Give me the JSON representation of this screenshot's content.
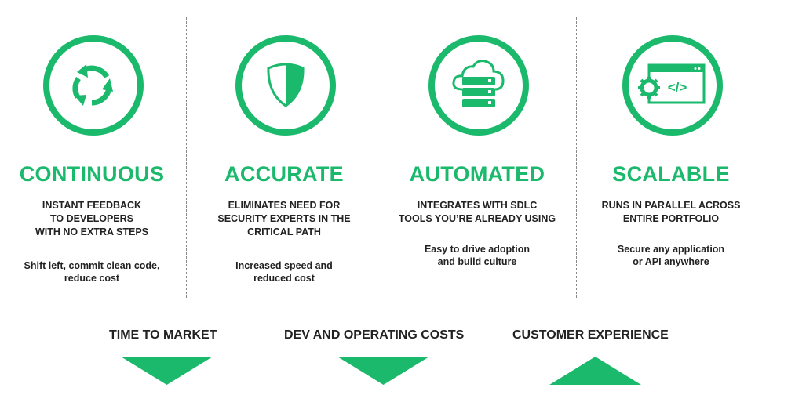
{
  "accent_color": "#1ab96b",
  "columns": [
    {
      "icon": "refresh-cycle-icon",
      "title": "CONTINUOUS",
      "description": [
        "INSTANT FEEDBACK",
        "TO DEVELOPERS",
        "WITH NO EXTRA STEPS"
      ],
      "benefit": [
        "Shift left, commit clean code,",
        "reduce cost"
      ]
    },
    {
      "icon": "shield-icon",
      "title": "ACCURATE",
      "description": [
        "ELIMINATES NEED FOR",
        "SECURITY EXPERTS IN THE",
        "CRITICAL PATH"
      ],
      "benefit": [
        "Increased speed and",
        "reduced cost"
      ]
    },
    {
      "icon": "cloud-server-icon",
      "title": "AUTOMATED",
      "description": [
        "INTEGRATES WITH SDLC",
        "TOOLS YOU’RE ALREADY USING"
      ],
      "benefit": [
        "Easy to drive adoption",
        "and build culture"
      ]
    },
    {
      "icon": "code-window-gear-icon",
      "title": "SCALABLE",
      "description": [
        "RUNS IN PARALLEL ACROSS",
        "ENTIRE PORTFOLIO"
      ],
      "benefit": [
        "Secure any application",
        "or API anywhere"
      ]
    }
  ],
  "outcomes": [
    {
      "label": "TIME TO MARKET",
      "direction": "down"
    },
    {
      "label": "DEV AND OPERATING COSTS",
      "direction": "down"
    },
    {
      "label": "CUSTOMER EXPERIENCE",
      "direction": "up"
    }
  ]
}
